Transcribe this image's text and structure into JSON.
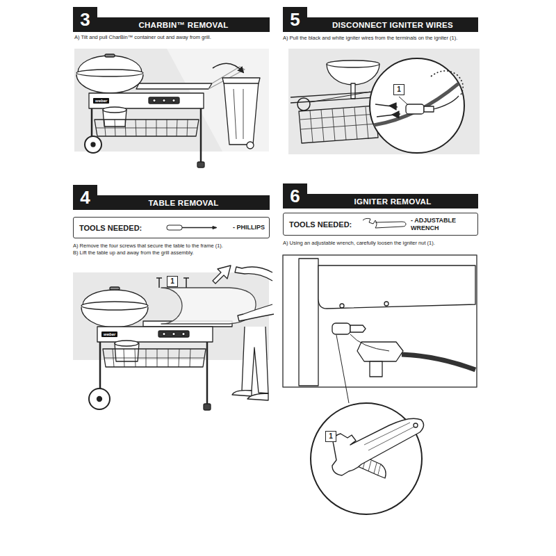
{
  "diagram": {
    "nodes": [
      {
        "text": [
          "3",
          "CHARBIN™ REMOVAL"
        ]
      },
      {
        "text": [
          "4",
          "TABLE REMOVAL"
        ]
      },
      {
        "text": [
          "TOOLS NEEDED:",
          "- PHILLIPS"
        ]
      },
      {
        "text": [
          "1"
        ]
      },
      {
        "text": [
          "5",
          "DISCONNECT IGNITER WIRES"
        ]
      },
      {
        "text": [
          "1"
        ]
      },
      {
        "text": [
          "6",
          "IGNITER REMOVAL"
        ]
      },
      {
        "text": [
          "TOOLS NEEDED:",
          "- ADJUSTABLE WRENCH"
        ]
      },
      {
        "text": [
          "1"
        ]
      }
    ],
    "labels": [
      "A) Tilt and pull CharBin™ container out and away from grill.",
      "weber",
      "A) Remove the four screws that secure the table to the frame (1).",
      "B) Lift the table up and away from the grill assembly.",
      "weber",
      "A) Pull the black and white igniter wires from the terminals on the igniter (1).",
      "A) Using an adjustable wrench, carefully loosen the igniter nut (1)."
    ]
  }
}
